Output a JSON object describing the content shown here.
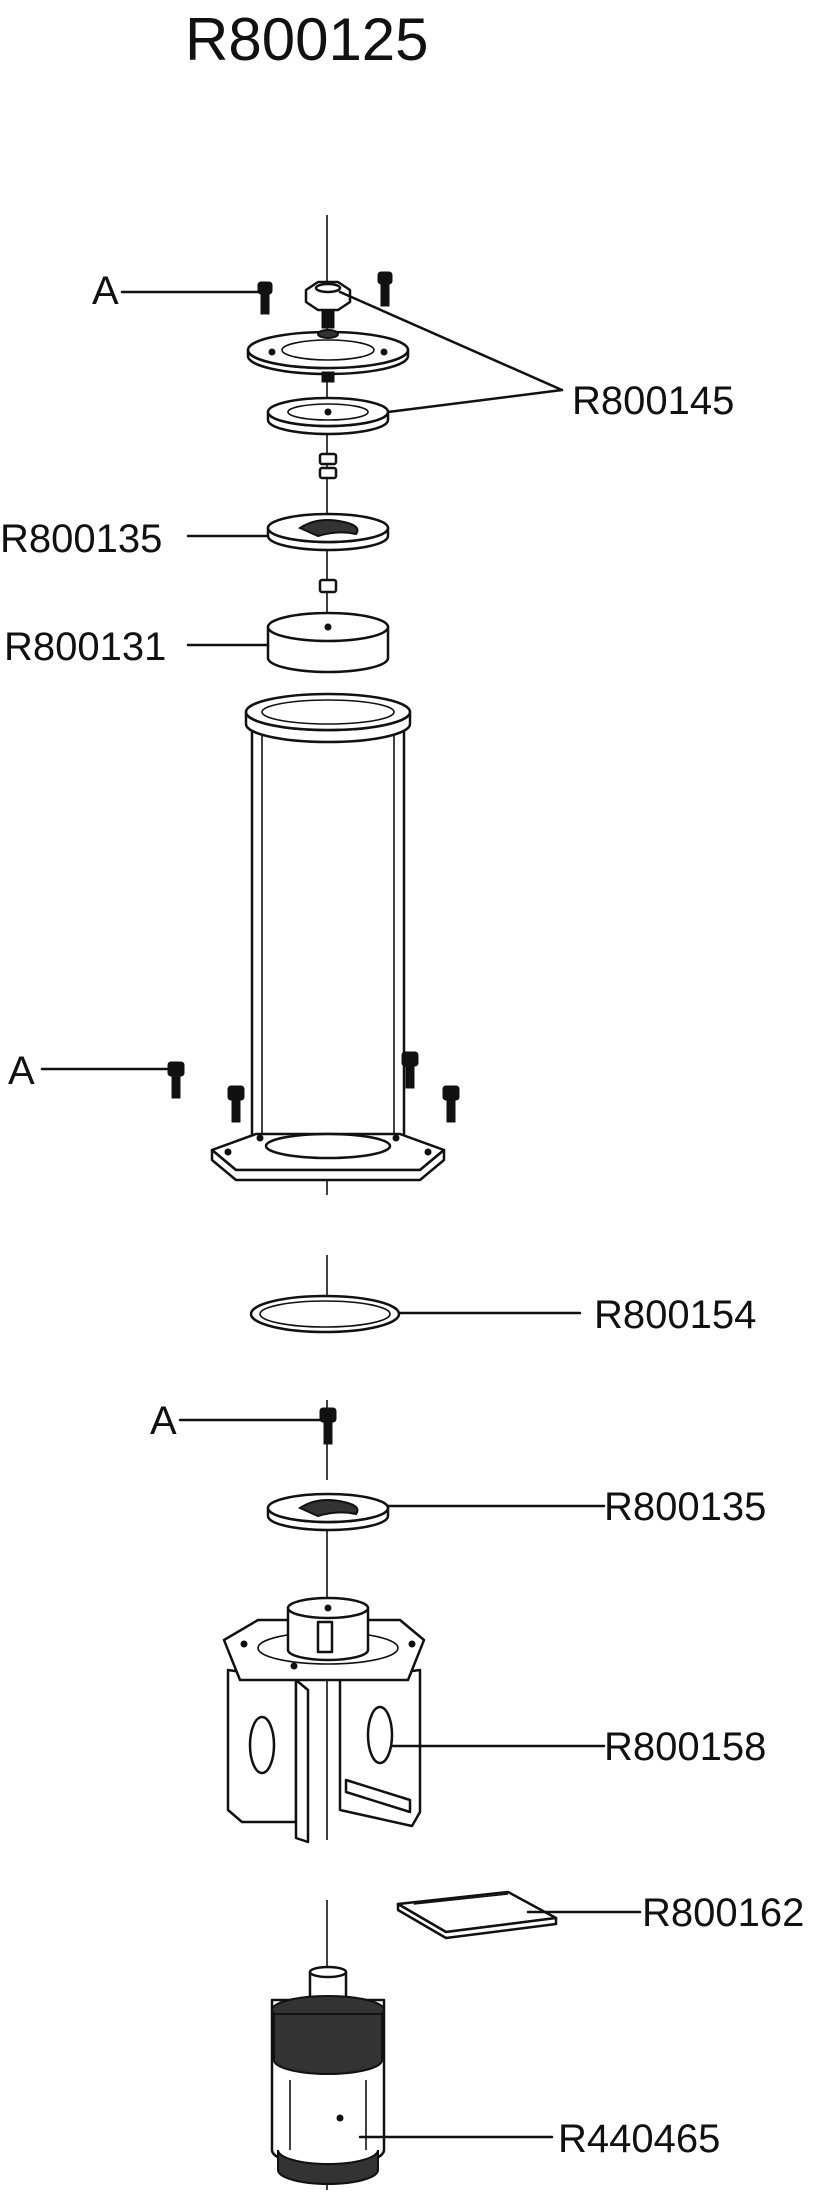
{
  "title": "R800125",
  "labels": {
    "a_top": "A",
    "a_mid": "A",
    "a_low": "A",
    "r800145": "R800145",
    "r800135_top": "R800135",
    "r800131": "R800131",
    "r800154": "R800154",
    "r800135_low": "R800135",
    "r800158": "R800158",
    "r800162": "R800162",
    "r440465": "R440465"
  }
}
